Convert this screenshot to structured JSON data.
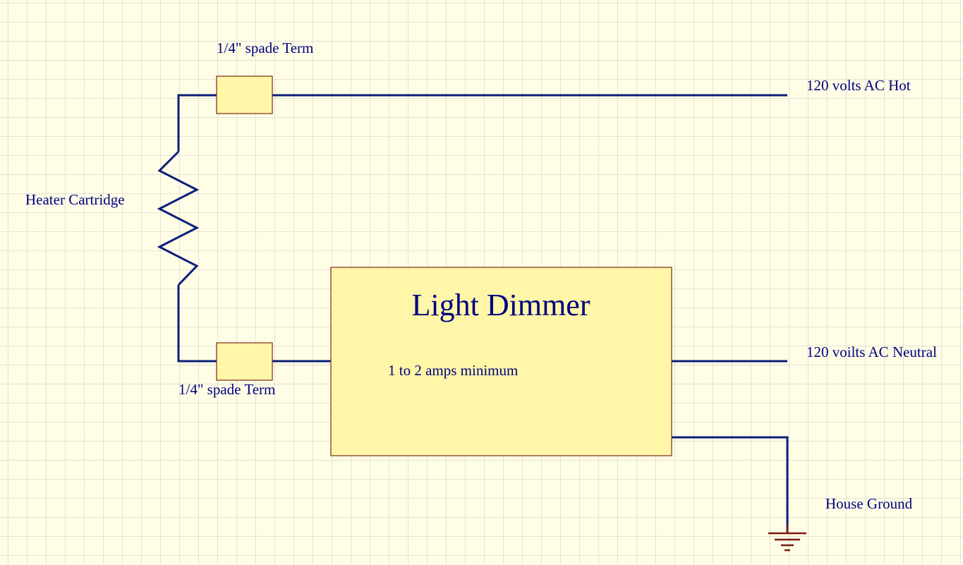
{
  "labels": {
    "top_terminal": "1/4\" spade Term",
    "bottom_terminal": "1/4\" spade Term",
    "heater": "Heater Cartridge",
    "hot": "120 volts AC Hot",
    "neutral": "120 voilts AC Neutral",
    "ground": "House Ground",
    "dimmer_title": "Light Dimmer",
    "dimmer_note": "1 to 2 amps minimum"
  },
  "colors": {
    "background": "#fffde6",
    "grid": "#c8c8c8",
    "wire": "#0b1f7a",
    "box_fill": "#fff6a8",
    "box_border": "#7a2a1a",
    "text": "#000080",
    "ground_symbol": "#7a1a10"
  }
}
